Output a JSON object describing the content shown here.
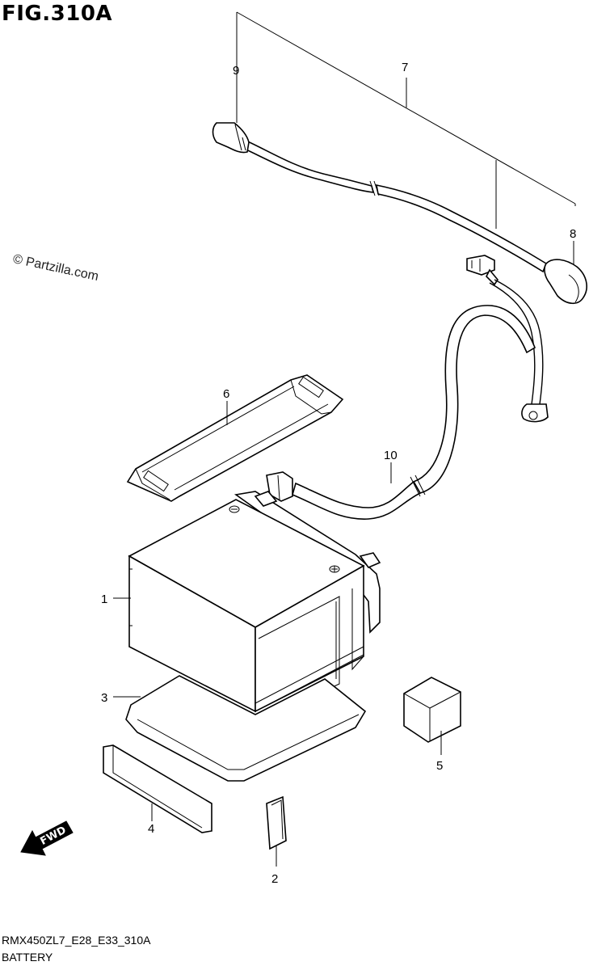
{
  "figure": {
    "title": "FIG.310A"
  },
  "watermark": "© Partzilla.com",
  "footer": {
    "code": "RMX450ZL7_E28_E33_310A",
    "name": "BATTERY"
  },
  "fwd_label": "FWD",
  "callouts": [
    {
      "id": "1",
      "label": "1"
    },
    {
      "id": "2",
      "label": "2"
    },
    {
      "id": "3",
      "label": "3"
    },
    {
      "id": "4",
      "label": "4"
    },
    {
      "id": "5",
      "label": "5"
    },
    {
      "id": "6",
      "label": "6"
    },
    {
      "id": "7",
      "label": "7"
    },
    {
      "id": "8",
      "label": "8"
    },
    {
      "id": "9",
      "label": "9"
    },
    {
      "id": "10",
      "label": "10"
    }
  ]
}
